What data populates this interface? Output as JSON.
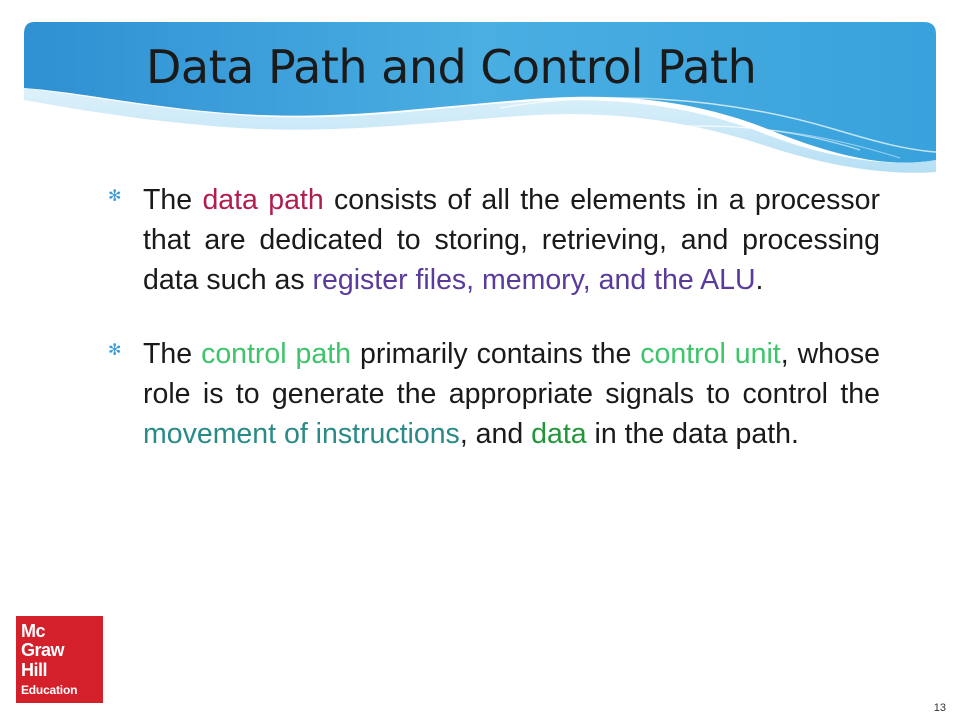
{
  "slide": {
    "title": "Data Path and Control Path",
    "page_number": "13"
  },
  "bullets": [
    {
      "segments": [
        {
          "text": "The ",
          "style": "plain"
        },
        {
          "text": "data path",
          "style": "red"
        },
        {
          "text": " consists of all the elements in a processor that are dedicated to storing, retrieving, and processing data such as ",
          "style": "plain"
        },
        {
          "text": "register files, memory, and the ALU",
          "style": "purple"
        },
        {
          "text": ".",
          "style": "plain"
        }
      ]
    },
    {
      "segments": [
        {
          "text": "The ",
          "style": "plain"
        },
        {
          "text": "control path",
          "style": "green"
        },
        {
          "text": " primarily contains the ",
          "style": "plain"
        },
        {
          "text": "control unit",
          "style": "green"
        },
        {
          "text": ", whose role is to generate the appropriate signals to control the ",
          "style": "plain"
        },
        {
          "text": "movement of instructions",
          "style": "teal"
        },
        {
          "text": ", and ",
          "style": "plain"
        },
        {
          "text": "data",
          "style": "dgreen"
        },
        {
          "text": " in the data path.",
          "style": "plain"
        }
      ]
    }
  ],
  "logo": {
    "lines": [
      "Mc",
      "Graw",
      "Hill",
      "Education"
    ]
  },
  "colors": {
    "banner_blue": "#3aa0db",
    "banner_light": "#bfe4f7",
    "highlight_red": "#b01e4f",
    "highlight_purple": "#5a3a9a",
    "highlight_green": "#3ec46a",
    "highlight_teal": "#2a8a88",
    "highlight_dark_green": "#23963b",
    "logo_red": "#d4202b"
  },
  "icons": {
    "bullet": "asterisk-icon"
  }
}
